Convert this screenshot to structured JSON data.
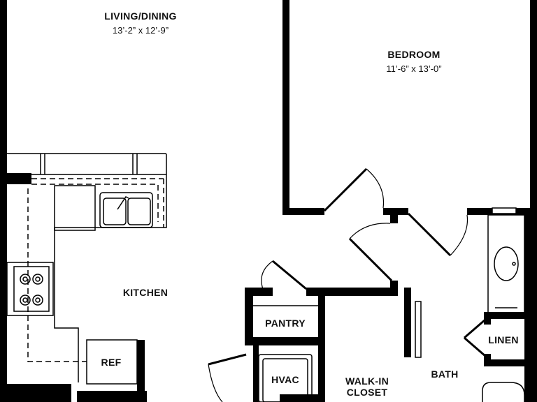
{
  "rooms": {
    "living_dining": {
      "name": "LIVING/DINING",
      "size": "13’-2” x 12’-9”"
    },
    "bedroom": {
      "name": "BEDROOM",
      "size": "11’-6” x 13’-0”"
    },
    "kitchen": {
      "name": "KITCHEN"
    },
    "pantry": {
      "name": "PANTRY"
    },
    "ref": {
      "name": "REF"
    },
    "hvac": {
      "name": "HVAC"
    },
    "walk_in_closet": {
      "name": "WALK-IN\nCLOSET"
    },
    "bath": {
      "name": "BATH"
    },
    "linen": {
      "name": "LINEN"
    }
  }
}
